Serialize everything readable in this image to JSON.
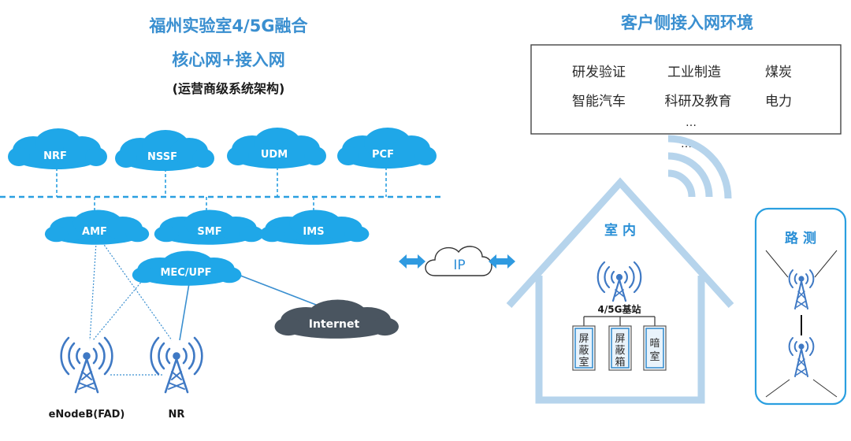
{
  "left_title": {
    "line1": "福州实验室4/5G融合",
    "line2": "核心网+接入网",
    "line3": "(运营商级系统架构)"
  },
  "right_title": "客户侧接入网环境",
  "industries": {
    "items": [
      "研发验证",
      "工业制造",
      "煤炭",
      "智能汽车",
      "科研及教育",
      "电力"
    ],
    "ellipsis": "…"
  },
  "core_nodes": [
    "NRF",
    "NSSF",
    "UDM",
    "PCF"
  ],
  "mid_nodes": {
    "amf": "AMF",
    "smf": "SMF",
    "ims": "IMS",
    "mec": "MEC/UPF",
    "internet": "Internet"
  },
  "bottom_labels": {
    "enodeb": "eNodeB(FAD)",
    "nr": "NR"
  },
  "ip_label": "IP",
  "ellipsis_mid": "…",
  "house": {
    "label": "室 内",
    "station_label": "4/5G基站",
    "rooms": [
      [
        "屏",
        "蔽",
        "室"
      ],
      [
        "屏",
        "蔽",
        "箱"
      ],
      [
        "暗",
        "室"
      ]
    ]
  },
  "road_test_label": "路 测",
  "colors": {
    "title_blue": "#3a8fd0",
    "cloud_blue": "#1fa7e8",
    "cloud_dark": "#4a5560",
    "light_blue": "#b6d4ec",
    "tower_blue": "#3f79c4"
  }
}
